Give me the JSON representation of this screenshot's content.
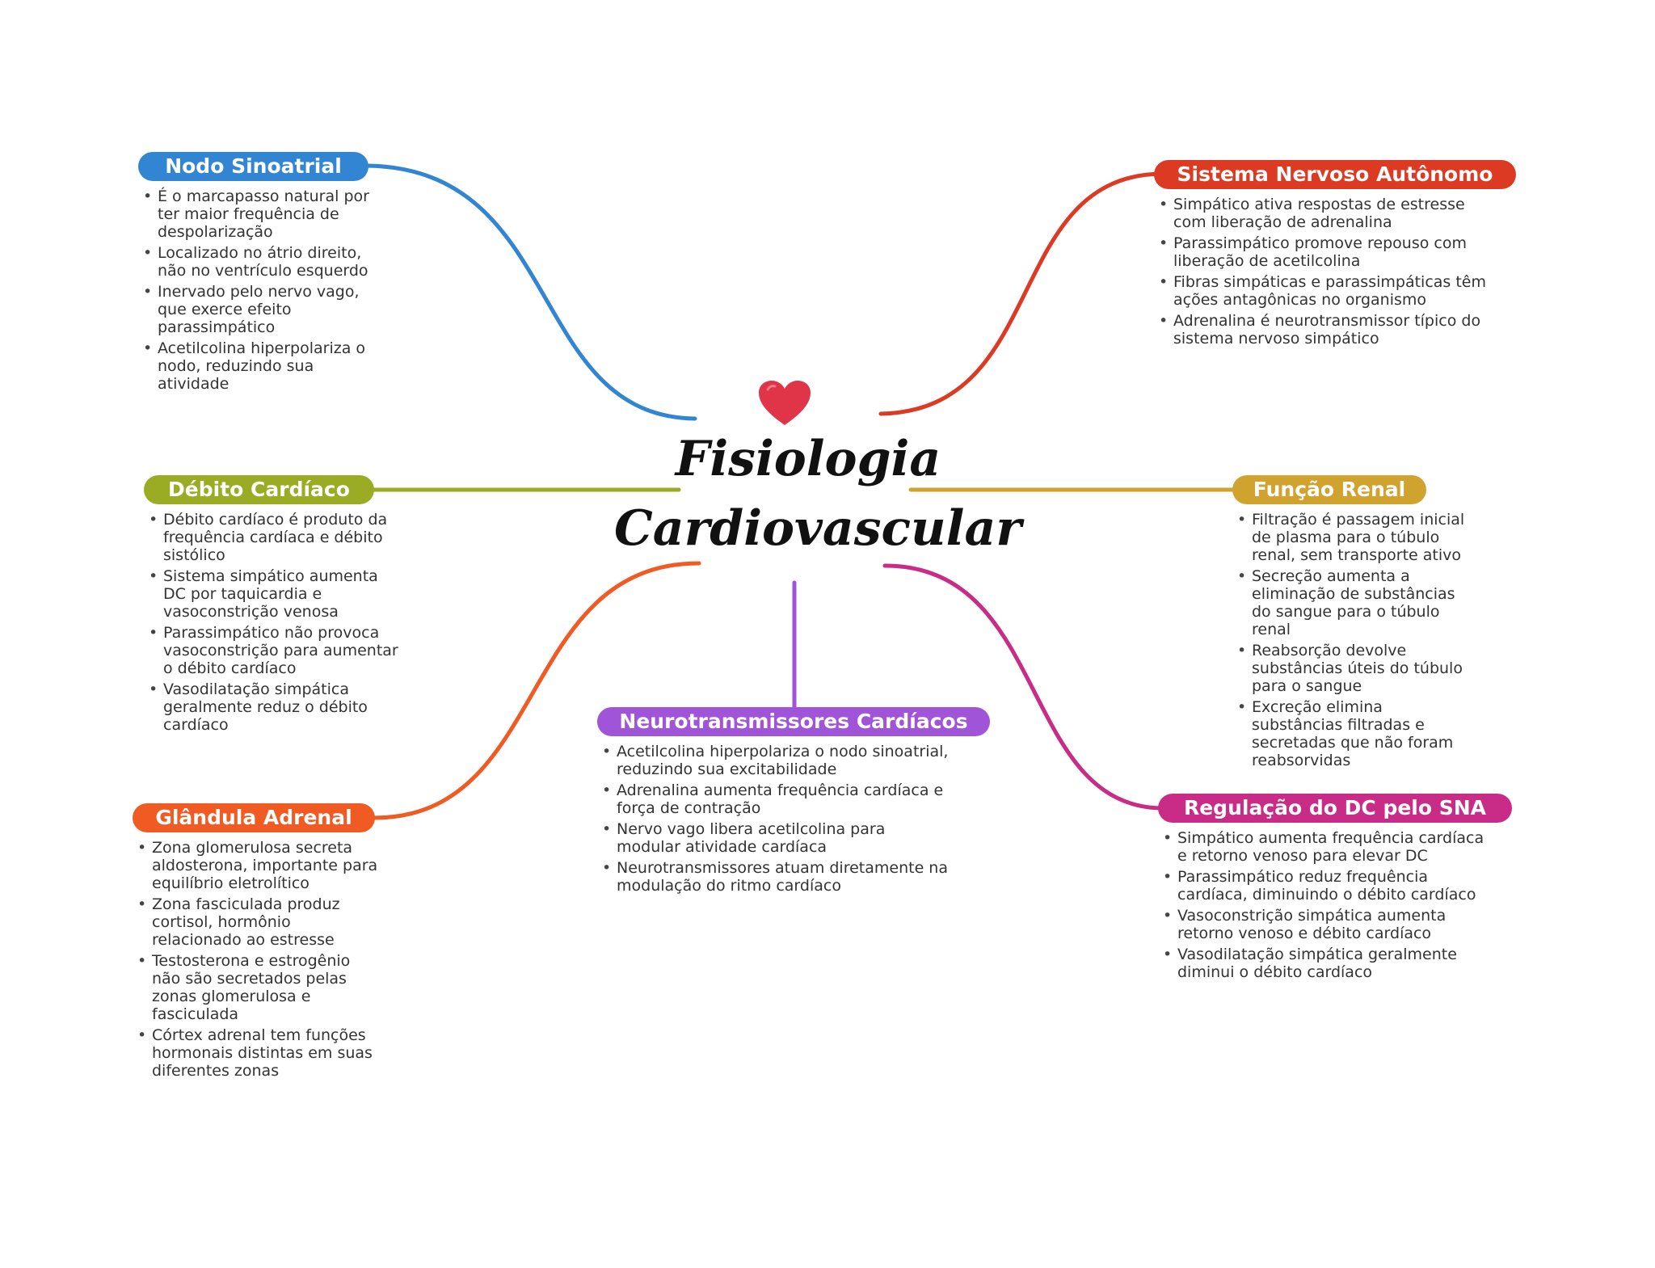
{
  "title": {
    "line1": "Fisiologia",
    "line2": "Cardiovascular"
  },
  "icon": "heart-icon",
  "colors": {
    "nodo": "#3185d3",
    "sna": "#dc3a22",
    "debito": "#9aab24",
    "renal": "#cfa32d",
    "adrenal": "#f05a23",
    "neuro": "#a054d8",
    "regulacao": "#c92c86",
    "heart": "#e03448"
  },
  "branches": {
    "nodo": {
      "label": "Nodo Sinoatrial",
      "items": [
        "É o marcapasso natural por ter maior frequência de despolarização",
        "Localizado no átrio direito, não no ventrículo esquerdo",
        "Inervado pelo nervo vago, que exerce efeito parassimpático",
        "Acetilcolina hiperpolariza o nodo, reduzindo sua atividade"
      ]
    },
    "sna": {
      "label": "Sistema Nervoso Autônomo",
      "items": [
        "Simpático ativa respostas de estresse com liberação de adrenalina",
        "Parassimpático promove repouso com liberação de acetilcolina",
        "Fibras simpáticas e parassimpáticas têm ações antagônicas no organismo",
        "Adrenalina é neurotransmissor típico do sistema nervoso simpático"
      ]
    },
    "debito": {
      "label": "Débito Cardíaco",
      "items": [
        "Débito cardíaco é produto da frequência cardíaca e débito sistólico",
        "Sistema simpático aumenta DC por taquicardia e vasoconstrição venosa",
        "Parassimpático não provoca vasoconstrição para aumentar o débito cardíaco",
        "Vasodilatação simpática geralmente reduz o débito cardíaco"
      ]
    },
    "renal": {
      "label": "Função Renal",
      "items": [
        "Filtração é passagem inicial de plasma para o túbulo renal, sem transporte ativo",
        "Secreção aumenta a eliminação de substâncias do sangue para o túbulo renal",
        "Reabsorção devolve substâncias úteis do túbulo para o sangue",
        "Excreção elimina substâncias filtradas e secretadas que não foram reabsorvidas"
      ]
    },
    "adrenal": {
      "label": "Glândula Adrenal",
      "items": [
        "Zona glomerulosa secreta aldosterona, importante para equilíbrio eletrolítico",
        "Zona fasciculada produz cortisol, hormônio relacionado ao estresse",
        "Testosterona e estrogênio não são secretados pelas zonas glomerulosa e fasciculada",
        "Córtex adrenal tem funções hormonais distintas em suas diferentes zonas"
      ]
    },
    "neuro": {
      "label": "Neurotransmissores Cardíacos",
      "items": [
        "Acetilcolina hiperpolariza o nodo sinoatrial, reduzindo sua excitabilidade",
        "Adrenalina aumenta frequência cardíaca e força de contração",
        "Nervo vago libera acetilcolina para modular atividade cardíaca",
        "Neurotransmissores atuam diretamente na modulação do ritmo cardíaco"
      ]
    },
    "regulacao": {
      "label": "Regulação do DC pelo SNA",
      "items": [
        "Simpático aumenta frequência cardíaca e retorno venoso para elevar DC",
        "Parassimpático reduz frequência cardíaca, diminuindo o débito cardíaco",
        "Vasoconstrição simpática aumenta retorno venoso e débito cardíaco",
        "Vasodilatação simpática geralmente diminui o débito cardíaco"
      ]
    }
  }
}
